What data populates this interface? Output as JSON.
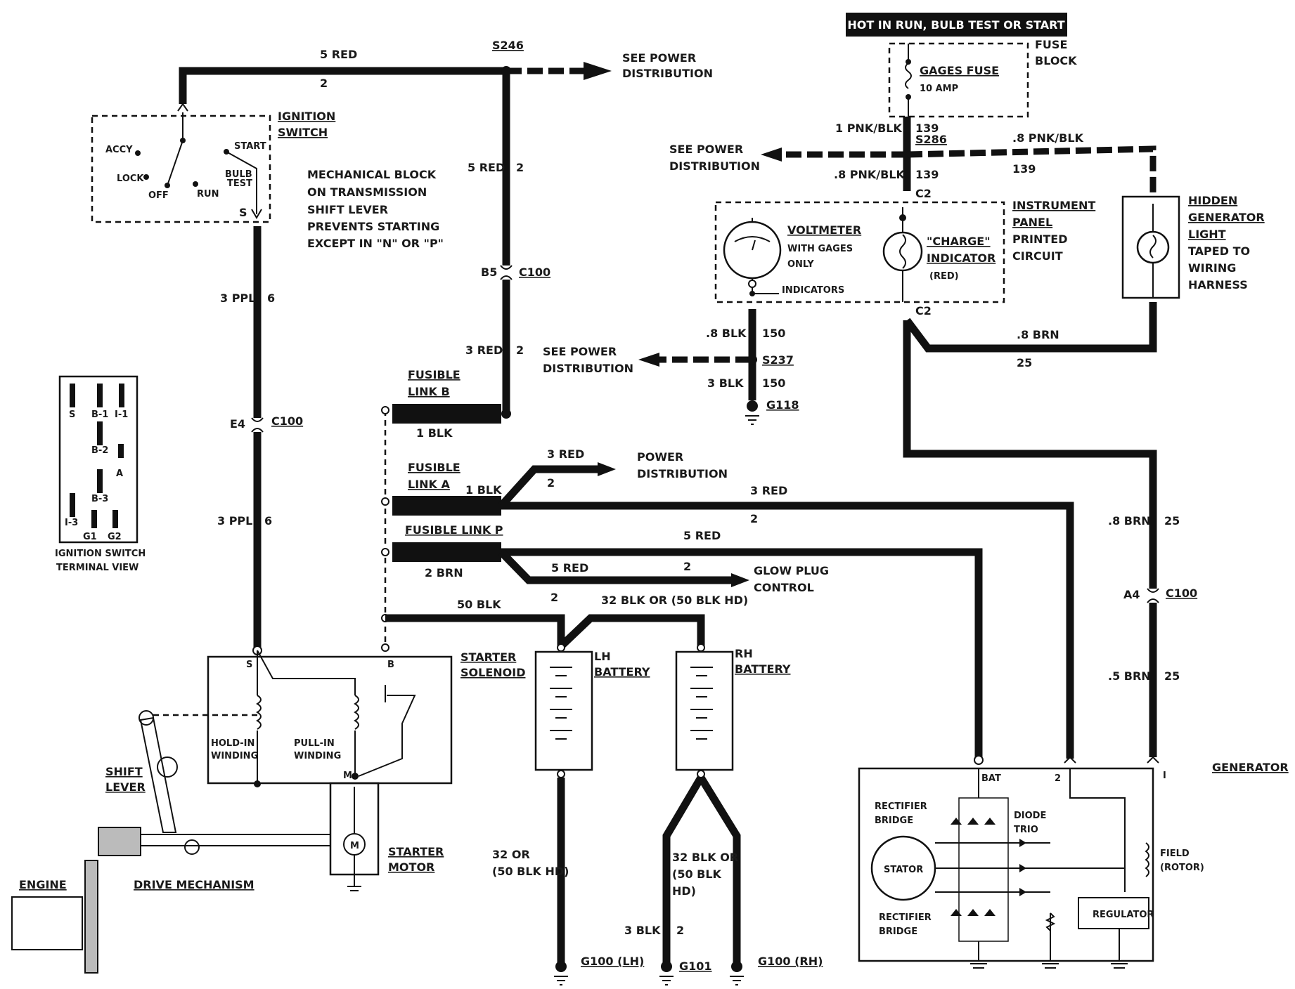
{
  "header_banner": "HOT IN RUN, BULB TEST OR START",
  "fuse_block": {
    "label_1": "FUSE",
    "label_2": "BLOCK",
    "fuse_name": "GAGES FUSE",
    "fuse_rating": "10 AMP"
  },
  "splices": {
    "s246": "S246",
    "s286": "S286",
    "s237": "S237"
  },
  "connectors": {
    "c100_1": "C100",
    "c100_1_pin": "B5",
    "c100_2": "C100",
    "c100_2_pin": "E4",
    "c100_3": "C100",
    "c100_3_pin": "A4",
    "c2_top": "C2",
    "c2_bottom": "C2"
  },
  "grounds": {
    "g118": "G118",
    "g100_lh": "G100 (LH)",
    "g101": "G101",
    "g100_rh": "G100 (RH)"
  },
  "ignition_switch": {
    "label_1": "IGNITION",
    "label_2": "SWITCH",
    "accy": "ACCY",
    "lock": "LOCK",
    "off": "OFF",
    "run": "RUN",
    "start": "START",
    "bulb_1": "BULB",
    "bulb_2": "TEST",
    "s_term": "S"
  },
  "mechanical_note": [
    "MECHANICAL BLOCK",
    "ON TRANSMISSION",
    "SHIFT LEVER",
    "PREVENTS STARTING",
    "EXCEPT IN \"N\" OR \"P\""
  ],
  "terminal_view": {
    "pins": [
      "S",
      "B-1",
      "I-1",
      "B-2",
      "A",
      "B-3",
      "I-3",
      "G1",
      "G2"
    ],
    "caption_1": "IGNITION SWITCH",
    "caption_2": "TERMINAL VIEW"
  },
  "power_dist": {
    "top": [
      "SEE POWER",
      "DISTRIBUTION"
    ],
    "left_mid": [
      "SEE POWER",
      "DISTRIBUTION"
    ],
    "s237": [
      "SEE POWER",
      "DISTRIBUTION"
    ],
    "fusible_a": [
      "POWER",
      "DISTRIBUTION"
    ]
  },
  "glow_plug": [
    "GLOW PLUG",
    "CONTROL"
  ],
  "fusible_links": {
    "b": [
      "FUSIBLE",
      "LINK B"
    ],
    "a": [
      "FUSIBLE",
      "LINK A"
    ],
    "p": "FUSIBLE LINK P"
  },
  "instrument_panel": {
    "label": [
      "INSTRUMENT",
      "PANEL",
      "PRINTED",
      "CIRCUIT"
    ],
    "voltmeter": "VOLTMETER",
    "voltmeter_note_1": "WITH GAGES",
    "voltmeter_note_2": "ONLY",
    "indicators": "INDICATORS",
    "charge_1": "\"CHARGE\"",
    "charge_2": "INDICATOR",
    "charge_3": "(RED)"
  },
  "hidden_light": [
    "HIDDEN",
    "GENERATOR",
    "LIGHT",
    "TAPED TO",
    "WIRING",
    "HARNESS"
  ],
  "starter_solenoid": {
    "label_1": "STARTER",
    "label_2": "SOLENOID",
    "s": "S",
    "b": "B",
    "m": "M",
    "hold_1": "HOLD-IN",
    "hold_2": "WINDING",
    "pull_1": "PULL-IN",
    "pull_2": "WINDING"
  },
  "starter_motor": {
    "label_1": "STARTER",
    "label_2": "MOTOR",
    "symbol": "M"
  },
  "batteries": {
    "lh_1": "LH",
    "lh_2": "BATTERY",
    "rh_1": "RH",
    "rh_2": "BATTERY"
  },
  "mechanics": {
    "shift_1": "SHIFT",
    "shift_2": "LEVER",
    "engine": "ENGINE",
    "drive": "DRIVE MECHANISM"
  },
  "generator": {
    "label": "GENERATOR",
    "bat": "BAT",
    "t2": "2",
    "t1": "I",
    "rectifier_1a": "RECTIFIER",
    "rectifier_1b": "BRIDGE",
    "rectifier_2a": "RECTIFIER",
    "rectifier_2b": "BRIDGE",
    "diode_1": "DIODE",
    "diode_2": "TRIO",
    "stator": "STATOR",
    "regulator": "REGULATOR",
    "field_1": "FIELD",
    "field_2": "(ROTOR)"
  },
  "wire_labels": {
    "w_5red_top": "5 RED",
    "w_5red_top_n": "2",
    "w_5red_v": "5 RED",
    "w_5red_v_n": "2",
    "w_3ppl_1": "3 PPL",
    "w_3ppl_1_n": "6",
    "w_3ppl_2": "3 PPL",
    "w_3ppl_2_n": "6",
    "w_3red_v": "3 RED",
    "w_3red_v_n": "2",
    "w_1blk_b": "1 BLK",
    "w_1blk_a": "1 BLK",
    "w_3red_pd": "3 RED",
    "w_3red_pd_n": "2",
    "w_3red_gen": "3 RED",
    "w_3red_gen_n": "2",
    "w_5red_gen": "5 RED",
    "w_5red_gp": "5 RED",
    "w_5red_gp_n": "2",
    "w_2brn": "2 BRN",
    "w_2brn_n": "2",
    "w_50blk": "50 BLK",
    "w_32blk": "32 BLK OR (50 BLK HD)",
    "w_32or_1": "32 OR",
    "w_32or_2": "(50 BLK HD)",
    "w_32blk_rh_1": "32 BLK OR",
    "w_32blk_rh_2": "(50 BLK",
    "w_32blk_rh_3": "HD)",
    "w_3blk_g101": "3 BLK",
    "w_3blk_g101_n": "2",
    "w_1pnkblk": "1 PNK/BLK",
    "w_1pnkblk_n": "139",
    "w_8pnkblk_h": ".8 PNK/BLK",
    "w_8pnkblk_h_n": "139",
    "w_8pnkblk_v": ".8 PNK/BLK",
    "w_8pnkblk_v_n": "139",
    "w_8blk": ".8 BLK",
    "w_8blk_n": "150",
    "w_3blk_g118": "3 BLK",
    "w_3blk_g118_n": "150",
    "w_8brn_h": ".8 BRN",
    "w_8brn_h_n": "25",
    "w_8brn_v": ".8 BRN",
    "w_8brn_v_n": "25",
    "w_5brn": ".5 BRN",
    "w_5brn_n": "25"
  }
}
